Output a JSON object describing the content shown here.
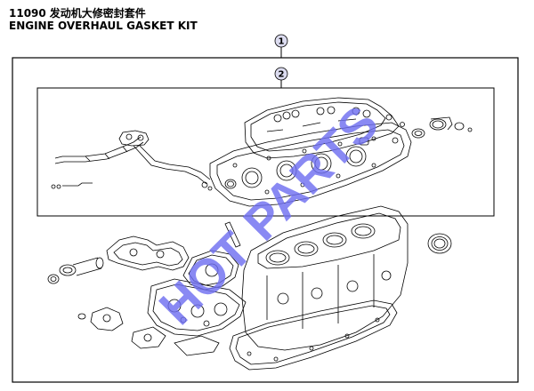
{
  "header": {
    "part_code": "11090",
    "title_cn": "发动机大修密封套件",
    "title_en": "ENGINE OVERHAUL GASKET KIT"
  },
  "callouts": [
    {
      "label": "1"
    },
    {
      "label": "2"
    }
  ],
  "watermark": {
    "text": "HOT PARTS",
    "color": "#6f6ff0"
  },
  "colors": {
    "line": "#000000",
    "callout_fill": "#dcdcf0"
  }
}
